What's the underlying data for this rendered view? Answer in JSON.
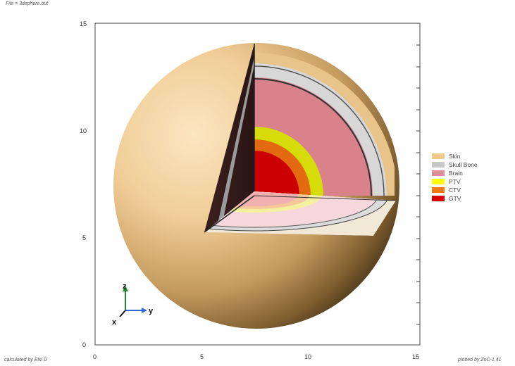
{
  "header": {
    "file_label": "File = 3dsphere.out"
  },
  "footer": {
    "calculated_by": "calculated by Elsi D",
    "plotted_by": "plotted by ZoC-1.41"
  },
  "axes": {
    "x_ticks": [
      "0",
      "5",
      "10",
      "15"
    ],
    "y_ticks": [
      "0",
      "5",
      "10",
      "15"
    ]
  },
  "orientation": {
    "x": "x",
    "y": "y",
    "z": "z"
  },
  "legend": [
    {
      "label": "Skin",
      "color": "#f0c888"
    },
    {
      "label": "Skull Bone",
      "color": "#c8c8c8"
    },
    {
      "label": "Brain",
      "color": "#e08c96"
    },
    {
      "label": "PTV",
      "color": "#ffff00"
    },
    {
      "label": "CTV",
      "color": "#f07814"
    },
    {
      "label": "GTV",
      "color": "#dc0000"
    }
  ],
  "colors": {
    "frame": "#444444",
    "sphere_light": "#f5d9aa",
    "sphere_dark": "#3a2b12",
    "cut_dark": "#2e1a18",
    "axis_x": "#111111",
    "axis_y": "#2a6ad4",
    "axis_z": "#1c8a2c"
  }
}
